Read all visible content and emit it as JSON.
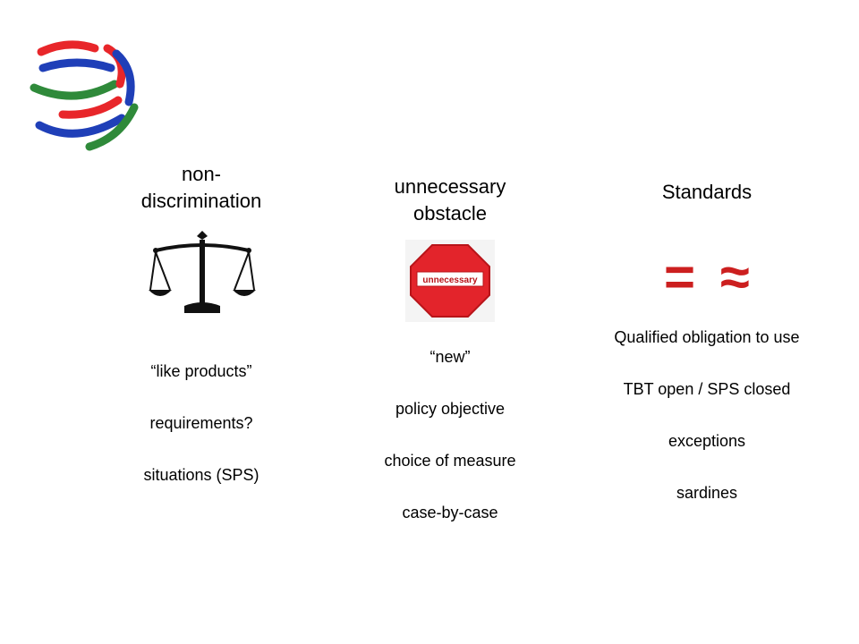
{
  "columns": [
    {
      "title": "non-\ndiscrimination",
      "title_lines": [
        "non-",
        "discrimination"
      ],
      "icon": "scales-icon",
      "items": [
        "“like products”",
        "requirements?",
        "situations (SPS)"
      ]
    },
    {
      "title_lines": [
        "unnecessary",
        "obstacle"
      ],
      "icon": "stop-sign-icon",
      "sign_text": "unnecessary",
      "items": [
        "“new”",
        "policy objective",
        "choice of measure",
        "case-by-case"
      ]
    },
    {
      "title_lines": [
        "Standards"
      ],
      "symbols": [
        "=",
        "≈"
      ],
      "items": [
        "Qualified obligation to use",
        "TBT open / SPS closed",
        "exceptions",
        "sardines"
      ]
    }
  ],
  "colors": {
    "accent_red": "#cc1f1f",
    "logo_red": "#e8262a",
    "logo_blue": "#1f3fb8",
    "logo_green": "#2f8a3a"
  },
  "logo": "wto-logo"
}
